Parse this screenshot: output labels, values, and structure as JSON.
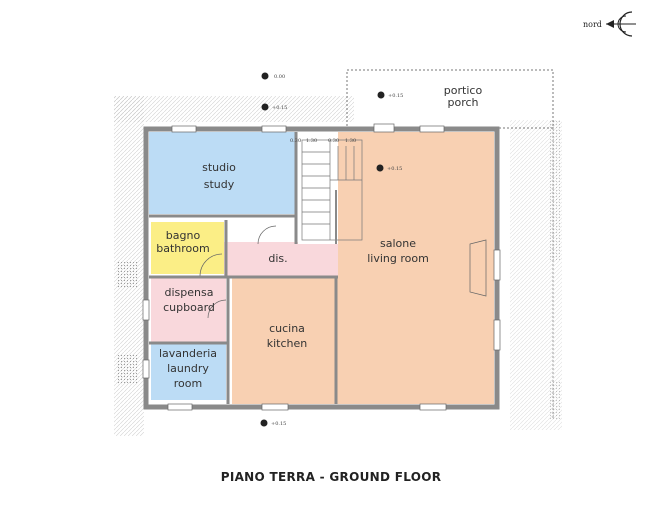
{
  "north_label": "nord",
  "elevations": {
    "e1": "0.00",
    "e2": "+0.15",
    "e3": "+0.15",
    "e4": "+0.15",
    "e5": "+0.15"
  },
  "stair_dims": {
    "d1": "0.30",
    "d2": "1.30",
    "d3": "0.30",
    "d4": "1.30"
  },
  "rooms": {
    "porch_it": "portico",
    "porch_en": "porch",
    "study_it": "studio",
    "study_en": "study",
    "bath_it": "bagno",
    "bath_en": "bathroom",
    "hall": "dis.",
    "living_it": "salone",
    "living_en": "living room",
    "cupboard_it": "dispensa",
    "cupboard_en": "cupboard",
    "kitchen_it": "cucina",
    "kitchen_en": "kitchen",
    "laundry_it": "lavanderia",
    "laundry_en1": "laundry",
    "laundry_en2": "room"
  },
  "caption": "PIANO TERRA - GROUND FLOOR",
  "colors": {
    "study": "#bcdcf5",
    "bathroom": "#fbee86",
    "hall": "#f9d8dc",
    "living": "#f8d0b2",
    "cupboard": "#f9d8dc",
    "kitchen": "#f8d0b2",
    "laundry": "#bcdcf5",
    "wall": "#8a8a8a"
  }
}
